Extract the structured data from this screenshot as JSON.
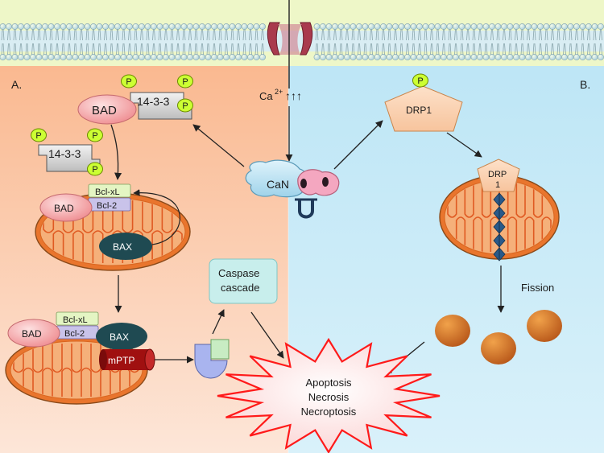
{
  "panels": {
    "left_label": "A.",
    "right_label": "B."
  },
  "calcium": {
    "ion": "Ca",
    "superscript": "2+",
    "arrows": "↑↑↑"
  },
  "calcineurin": {
    "label": "CaN"
  },
  "phosphate": {
    "label": "P"
  },
  "pathway_a": {
    "bad_top": "BAD",
    "protein_14_3_3_top": "14-3-3",
    "protein_14_3_3_free": "14-3-3",
    "mito1": {
      "bad": "BAD",
      "bcl_xl": "Bcl-xL",
      "bcl_2": "Bcl-2",
      "bax": "BAX"
    },
    "mito2": {
      "bad": "BAD",
      "bcl_xl": "Bcl-xL",
      "bcl_2": "Bcl-2",
      "bax": "BAX",
      "mptp": "mPTP"
    },
    "caspase_line1": "Caspase",
    "caspase_line2": "cascade"
  },
  "pathway_b": {
    "drp1": "DRP1",
    "drp_line1": "DRP",
    "drp_line2": "1",
    "fission": "Fission"
  },
  "outcome": {
    "line1": "Apoptosis",
    "line2": "Necrosis",
    "line3": "Necroptosis"
  },
  "colors": {
    "membrane_bg": "#eef7c8",
    "left_bg_top": "#f9b98f",
    "left_bg_bottom": "#fde3d3",
    "right_bg": "#cdebf7",
    "phosphate": "#ccff33",
    "bad": "#f7a1a4",
    "bcl_xl": "#e4f5c3",
    "bcl_2": "#c9c3ea",
    "bax": "#1f4a52",
    "mptp": "#a01010",
    "caspase_box": "#c8eeec",
    "mito_outer": "#e9752d",
    "burst_outline": "#ff1a1a",
    "fragment": "#cc6a1d"
  }
}
